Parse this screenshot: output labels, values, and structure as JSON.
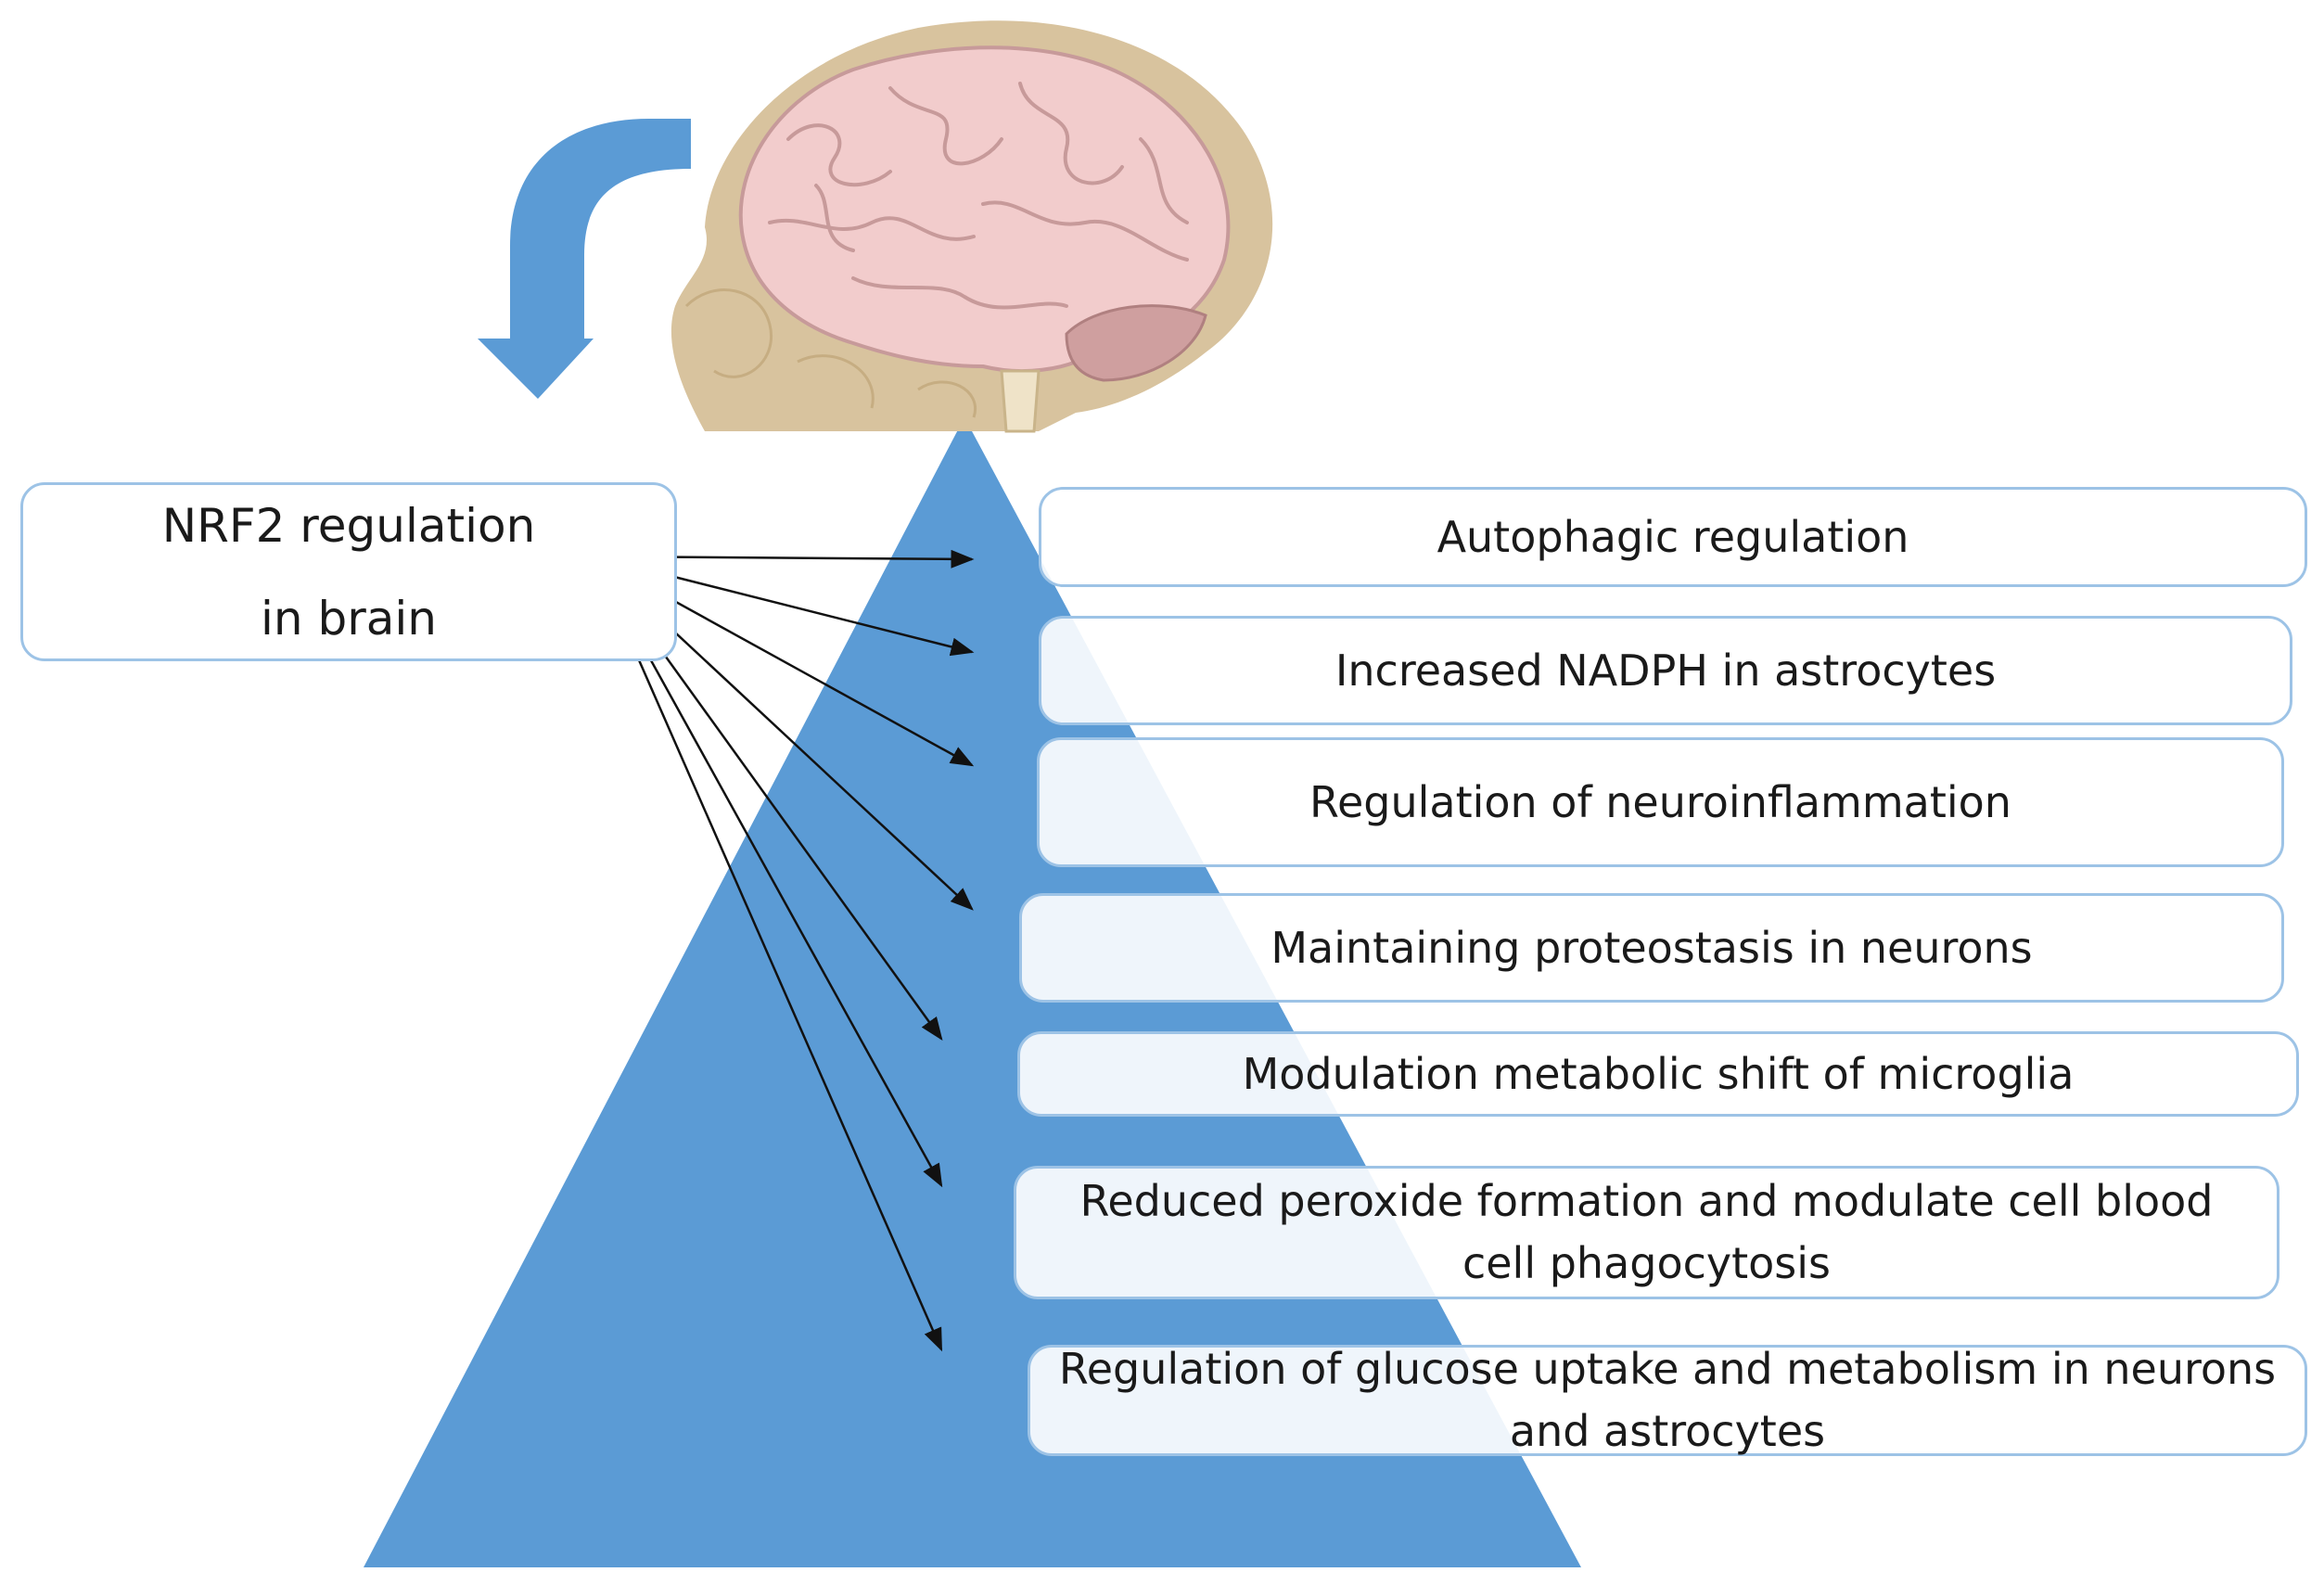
{
  "source": {
    "line1": "NRF2 regulation",
    "line2": "in brain"
  },
  "items": [
    {
      "label": "Autophagic regulation"
    },
    {
      "label": "Increased  NADPH in astrocytes"
    },
    {
      "label": "Regulation of neuroinflammation"
    },
    {
      "label": "Maintaining proteostasis in neurons"
    },
    {
      "label": "Modulation metabolic shift of microglia"
    },
    {
      "label": "Reduced  peroxide formation and modulate cell blood cell phagocytosis"
    },
    {
      "label": "Regulation of glucose uptake and metabolism in neurons and astrocytes"
    }
  ],
  "colors": {
    "pyramid": "#5b9bd5",
    "arrow": "#5b9bd5",
    "box_border": "#9dc3e6",
    "connector": "#111111",
    "brain": "#f2cccc",
    "skull": "#d8c39e"
  },
  "icons": [
    "curved-down-arrow-icon",
    "brain-head-icon"
  ]
}
